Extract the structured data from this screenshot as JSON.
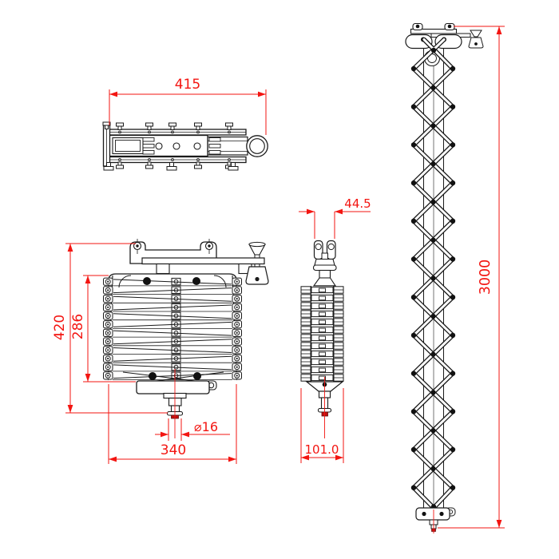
{
  "dimensions": {
    "top_view_width": "415",
    "front_overall_height": "420",
    "front_stack_height": "286",
    "front_width": "340",
    "shaft_diameter": "⌀16",
    "side_top_width": "44.5",
    "side_width": "101.0",
    "extended_height": "3000"
  },
  "colors": {
    "dimension_red": "#f31511",
    "line_black": "#1a1a1a",
    "background": "#ffffff"
  }
}
